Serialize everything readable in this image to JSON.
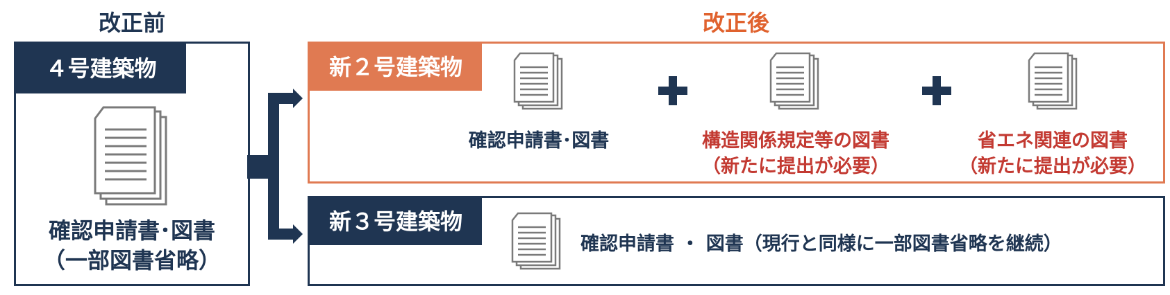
{
  "colors": {
    "navy": "#1f3552",
    "orange": "#e07a52",
    "red": "#c33a32",
    "doc_gray": "#7a7a7a"
  },
  "before": {
    "heading": "改正前",
    "tag": "４号建築物",
    "doc_icon": "document-stack-icon",
    "caption_line1": "確認申請書･図書",
    "caption_line2": "（一部図書省略）"
  },
  "after": {
    "heading": "改正後",
    "new2": {
      "tag": "新２号建築物",
      "doc1_caption": "確認申請書･図書",
      "doc2_caption_line1": "構造関係規定等の図書",
      "doc2_caption_line2": "（新たに提出が必要）",
      "doc3_caption_line1": "省エネ関連の図書",
      "doc3_caption_line2": "（新たに提出が必要）",
      "plus_icon": "plus-icon"
    },
    "new3": {
      "tag": "新３号建築物",
      "caption": "確認申請書 ・ 図書（現行と同様に一部図書省略を継続）"
    }
  }
}
